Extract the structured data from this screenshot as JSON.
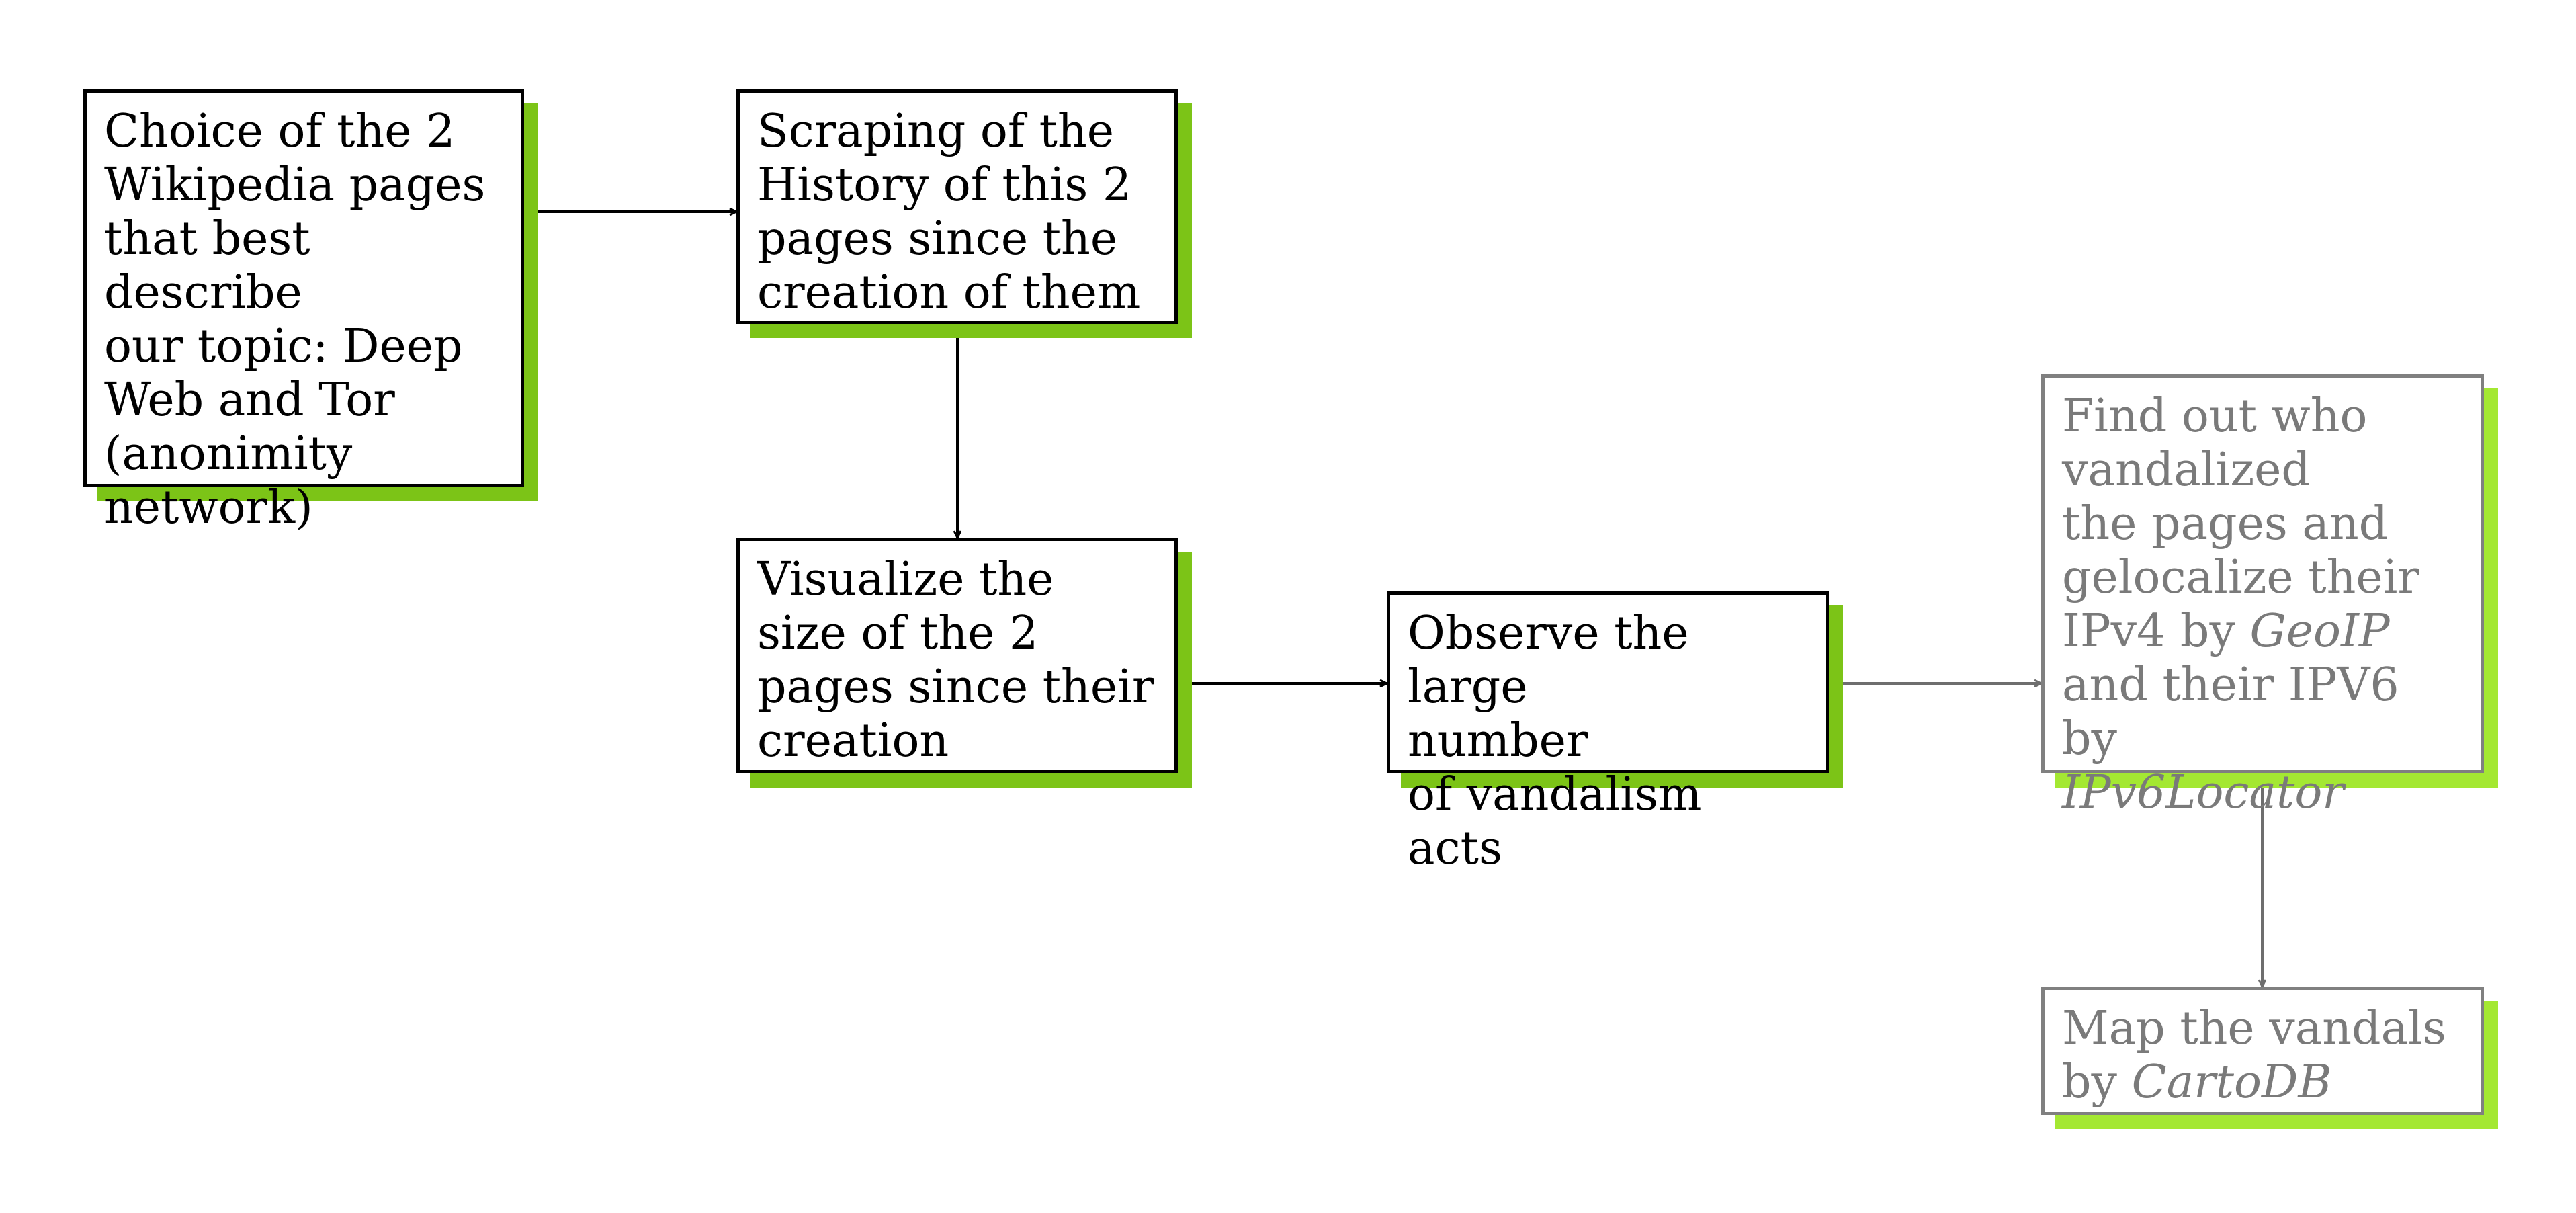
{
  "diagram": {
    "nodes": [
      {
        "id": "n1",
        "text": "Choice of the 2\nWikipedia pages\nthat best describe\nour topic: Deep\nWeb and Tor\n(anonimity\nnetwork)"
      },
      {
        "id": "n2",
        "text": "Scraping of the\nHistory of this 2\npages since the\ncreation of them"
      },
      {
        "id": "n3",
        "text": "Visualize the\nsize of the 2\npages since their\ncreation"
      },
      {
        "id": "n4",
        "text": "Observe the large\nnumber\nof vandalism acts"
      },
      {
        "id": "n5",
        "text_1": "Find out who\nvandalized\nthe pages and\ngelocalize their\nIPv4 by ",
        "text_2": "GeoIP",
        "text_3": "\nand their IPV6 by\n",
        "text_4": "IPv6Locator"
      },
      {
        "id": "n6",
        "text_1": "Map the vandals\nby ",
        "text_2": "CartoDB"
      }
    ],
    "edges": [
      {
        "from": "n1",
        "to": "n2"
      },
      {
        "from": "n2",
        "to": "n3"
      },
      {
        "from": "n3",
        "to": "n4"
      },
      {
        "from": "n4",
        "to": "n5"
      },
      {
        "from": "n5",
        "to": "n6"
      }
    ],
    "colors": {
      "shadow": "#7cc417",
      "shadow_faded": "#a4e832",
      "border": "#000000",
      "border_faded": "#808080",
      "text": "#000000",
      "text_faded": "#7a7a7a"
    }
  }
}
